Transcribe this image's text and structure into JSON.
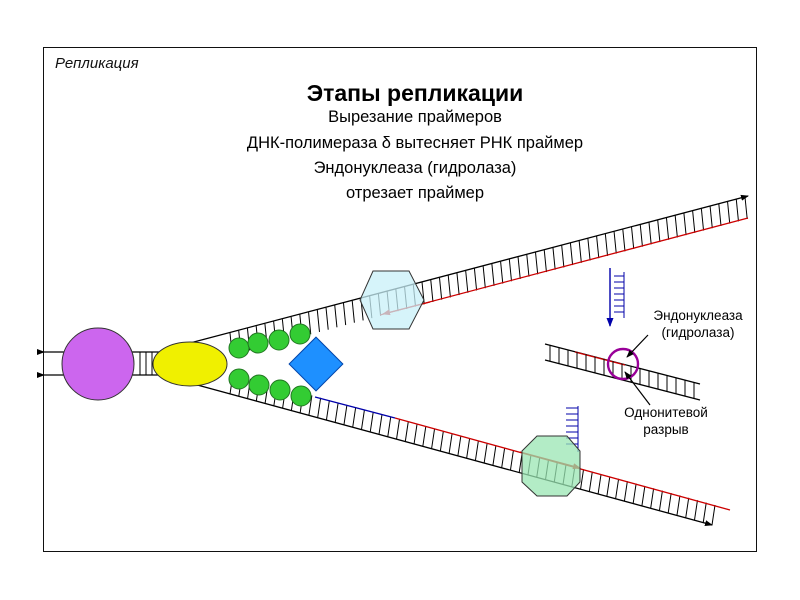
{
  "slide": {
    "corner_label": "Репликация",
    "title": "Этапы репликации",
    "lines": [
      "Вырезание праймеров",
      "ДНК-полимераза δ вытесняет РНК праймер",
      "Эндонуклеаза (гидролаза)",
      "отрезает праймер"
    ]
  },
  "diagram": {
    "labels": {
      "endonuclease_line1": "Эндонуклеаза",
      "endonuclease_line2": "(гидролаза)",
      "nick_line1": "Однонитевой",
      "nick_line2": "разрыв"
    },
    "colors": {
      "helicase": "#cc66ee",
      "topoisomerase": "#f0f000",
      "ssb_proteins": "#33cc33",
      "primase": "#1e90ff",
      "polymerase_upper": "#c8f0f8",
      "polymerase_lower": "#99e6b3",
      "rna_primer": "#cc0000",
      "new_dna": "#0000aa",
      "endonuclease_marker": "#990099"
    },
    "icons": [
      "helicase-circle",
      "topoisomerase-ellipse",
      "ssb-protein",
      "primase-diamond",
      "polymerase-hexagon",
      "polymerase-octagon",
      "endonuclease-circle"
    ]
  }
}
